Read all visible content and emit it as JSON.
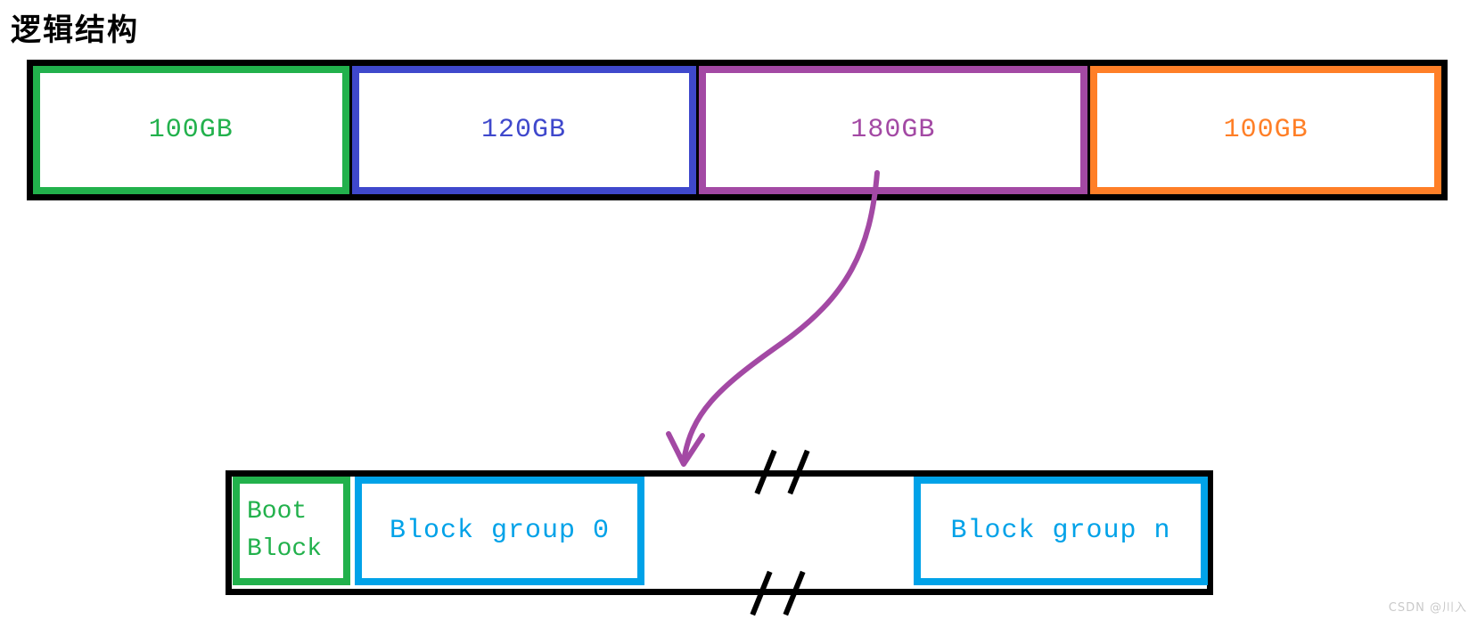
{
  "title": "逻辑结构",
  "colors": {
    "black": "#000000",
    "green": "#22B14C",
    "indigo": "#3F48CC",
    "purple": "#A349A4",
    "orange": "#FF7F27",
    "cyan": "#00A2E8",
    "watermark_gray": "#C9C9C9"
  },
  "top_bar": {
    "segments": [
      {
        "label": "100GB",
        "color": "green"
      },
      {
        "label": "120GB",
        "color": "indigo"
      },
      {
        "label": "180GB",
        "color": "purple"
      },
      {
        "label": "100GB",
        "color": "orange"
      }
    ]
  },
  "arrow": {
    "color": "purple"
  },
  "bottom_bar": {
    "boot_block": {
      "line1": "Boot",
      "line2": "Block",
      "color": "green"
    },
    "groups": [
      {
        "label": "Block group 0",
        "color": "cyan"
      },
      {
        "label": "Block group n",
        "color": "cyan"
      }
    ]
  },
  "watermark": "CSDN @川入"
}
